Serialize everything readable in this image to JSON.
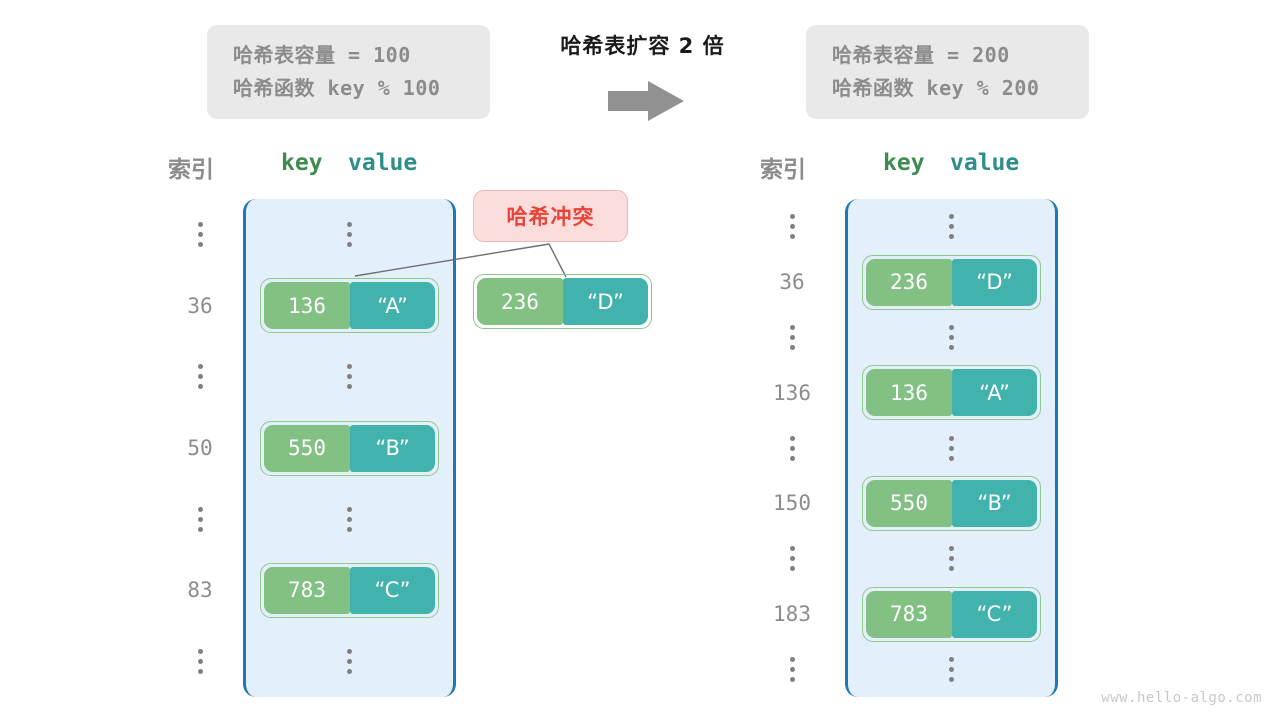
{
  "center": {
    "title": "哈希表扩容 2 倍",
    "arrow_icon": "right-arrow-icon"
  },
  "info_left": {
    "capacity_line": "哈希表容量 = 100",
    "hash_line": "哈希函数 key % 100"
  },
  "info_right": {
    "capacity_line": "哈希表容量 = 200",
    "hash_line": "哈希函数 key % 200"
  },
  "headers": {
    "index": "索引",
    "key": "key",
    "value": "value"
  },
  "collision_badge": {
    "label": "哈希冲突"
  },
  "floating_entry": {
    "key": "236",
    "value": "“D”"
  },
  "left_table": {
    "rows": [
      {
        "index": "⋮",
        "type": "ellipsis"
      },
      {
        "index": "36",
        "type": "entry",
        "key": "136",
        "value": "“A”"
      },
      {
        "index": "⋮",
        "type": "ellipsis"
      },
      {
        "index": "50",
        "type": "entry",
        "key": "550",
        "value": "“B”"
      },
      {
        "index": "⋮",
        "type": "ellipsis"
      },
      {
        "index": "83",
        "type": "entry",
        "key": "783",
        "value": "“C”"
      },
      {
        "index": "⋮",
        "type": "ellipsis"
      }
    ]
  },
  "right_table": {
    "rows": [
      {
        "index": "⋮",
        "type": "ellipsis"
      },
      {
        "index": "36",
        "type": "entry",
        "key": "236",
        "value": "“D”"
      },
      {
        "index": "⋮",
        "type": "ellipsis"
      },
      {
        "index": "136",
        "type": "entry",
        "key": "136",
        "value": "“A”"
      },
      {
        "index": "⋮",
        "type": "ellipsis"
      },
      {
        "index": "150",
        "type": "entry",
        "key": "550",
        "value": "“B”"
      },
      {
        "index": "⋮",
        "type": "ellipsis"
      },
      {
        "index": "183",
        "type": "entry",
        "key": "783",
        "value": "“C”"
      },
      {
        "index": "⋮",
        "type": "ellipsis"
      }
    ]
  },
  "watermark": "www.hello-algo.com",
  "colors": {
    "key_cell": "#82c083",
    "value_cell": "#42b3ac",
    "table_fill": "#e3effa",
    "table_border": "#1f77b4",
    "badge_bg": "#fbdedc",
    "badge_text": "#e8443a",
    "info_bg": "#e9e9e9",
    "muted_text": "#8c8c8c"
  }
}
